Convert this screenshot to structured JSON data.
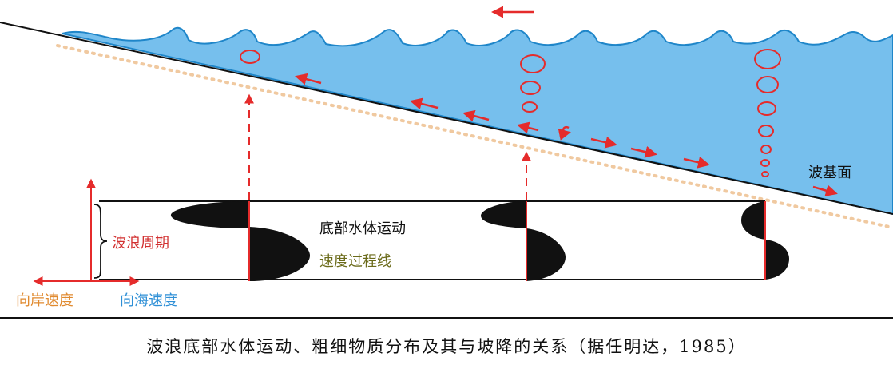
{
  "diagram": {
    "labels": {
      "wave_base": "波基面",
      "bottom_motion": "底部水体运动",
      "velocity_curve": "速度过程线",
      "wave_period": "波浪周期",
      "onshore_velocity": "向岸速度",
      "offshore_velocity": "向海速度"
    },
    "colors": {
      "water": "#76bfed",
      "wave_outline": "#1f86c9",
      "arrow": "#e52b2b",
      "dots": "#f0c9a0",
      "onshore_text": "#e08a2f",
      "offshore_text": "#2e8fd6",
      "period_text": "#d23030",
      "velocity_text": "#6b6b1a",
      "shape_fill": "#111111"
    }
  },
  "caption": "波浪底部水体运动、粗细物质分布及其与坡降的关系（据任明达，1985）"
}
